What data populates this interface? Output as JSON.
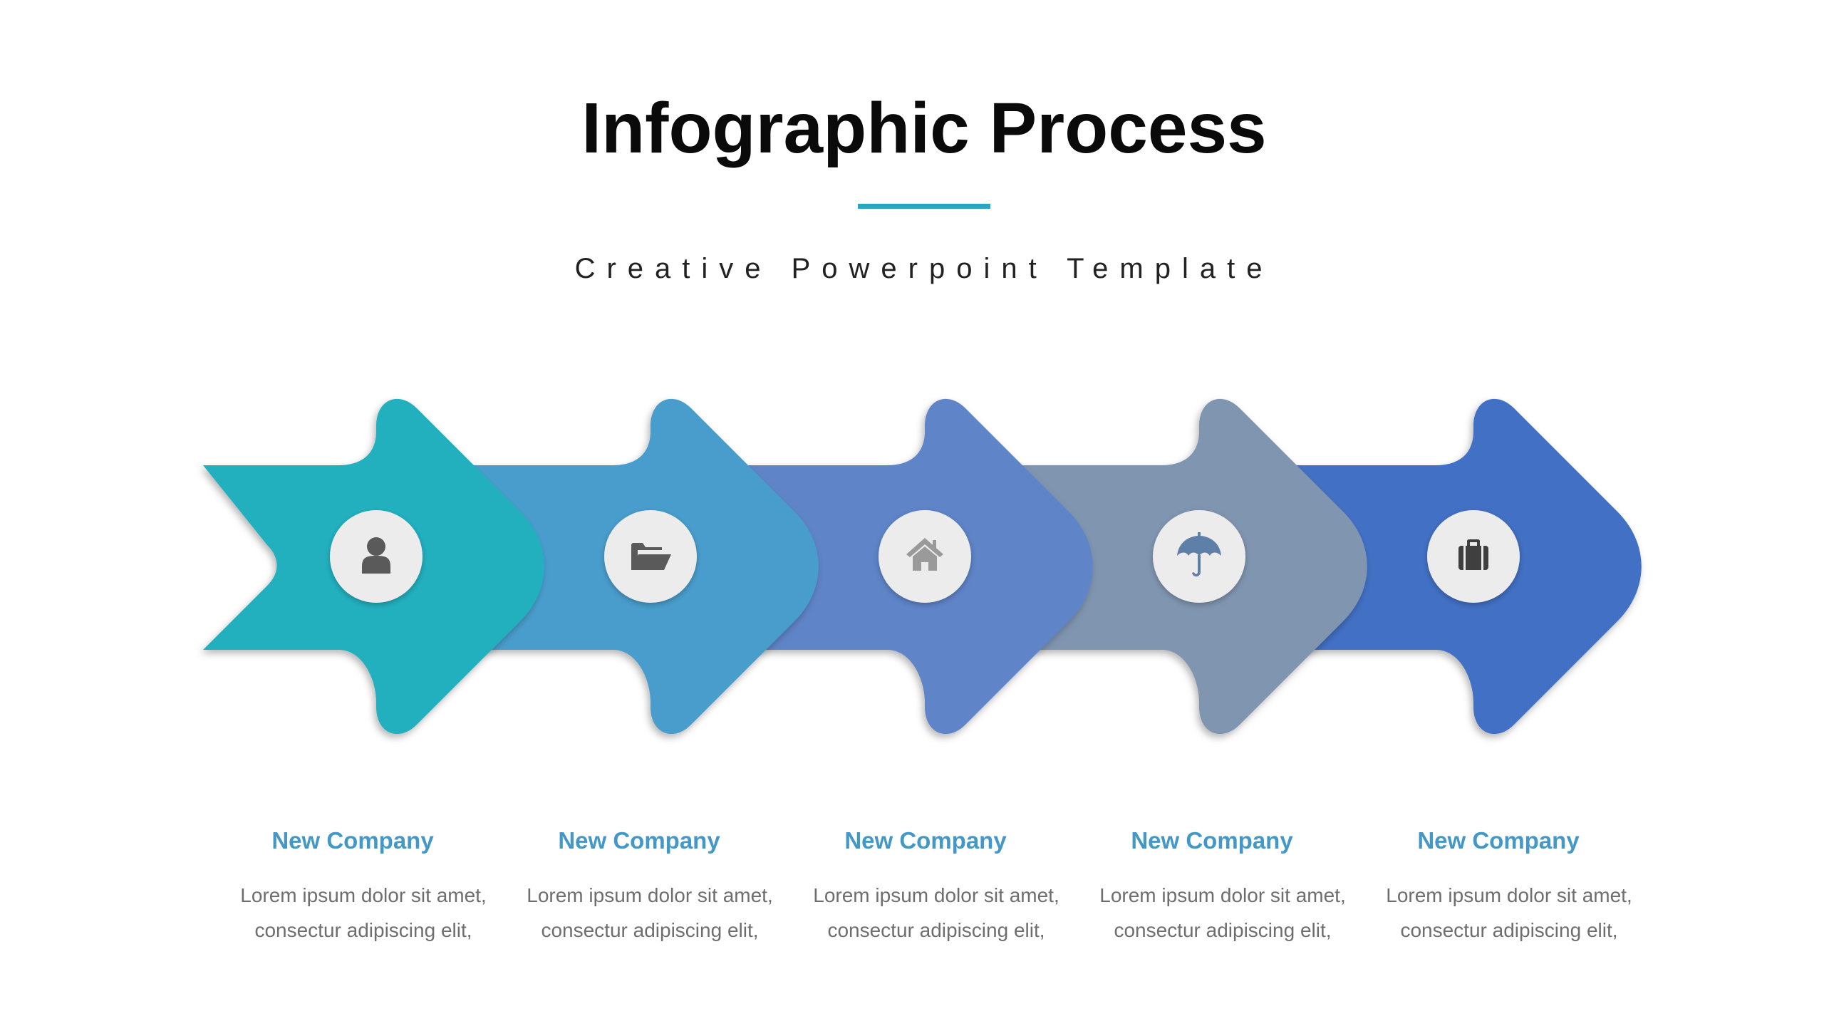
{
  "header": {
    "title": "Infographic Process",
    "subtitle": "Creative Powerpoint Template",
    "accent_color": "#27a8bc"
  },
  "steps": [
    {
      "color": "#21b0bf",
      "icon": "user-icon",
      "title": "New Company",
      "line1": "Lorem ipsum dolor sit amet,",
      "line2": "consectur adipiscing elit,"
    },
    {
      "color": "#489dcc",
      "icon": "folder-open-icon",
      "title": "New Company",
      "line1": "Lorem ipsum dolor sit amet,",
      "line2": "consectur adipiscing elit,"
    },
    {
      "color": "#5e84c8",
      "icon": "home-icon",
      "title": "New Company",
      "line1": "Lorem ipsum dolor sit amet,",
      "line2": "consectur adipiscing elit,"
    },
    {
      "color": "#8095b0",
      "icon": "umbrella-icon",
      "title": "New Company",
      "line1": "Lorem ipsum dolor sit amet,",
      "line2": "consectur adipiscing elit,"
    },
    {
      "color": "#4270c4",
      "icon": "briefcase-icon",
      "title": "New Company",
      "line1": "Lorem ipsum dolor sit amet,",
      "line2": "consectur adipiscing elit,"
    }
  ],
  "colors": {
    "icon_circle": "#ececec",
    "icon_dark": "#5a5a5a",
    "umbrella": "#5e7fa8",
    "caption_title": "#4398c8",
    "caption_text": "#6e6e6e"
  }
}
